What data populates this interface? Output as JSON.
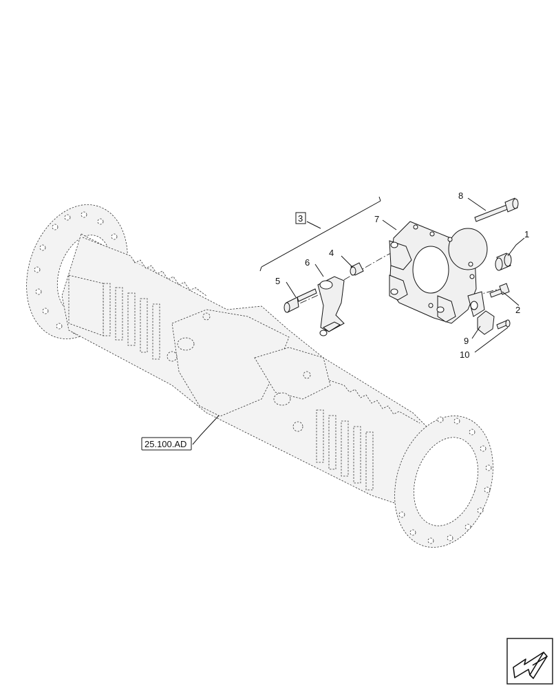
{
  "diagram": {
    "callouts": [
      {
        "id": "c1",
        "text": "1"
      },
      {
        "id": "c2",
        "text": "2"
      },
      {
        "id": "c3",
        "text": "3"
      },
      {
        "id": "c4",
        "text": "4"
      },
      {
        "id": "c5",
        "text": "5"
      },
      {
        "id": "c6",
        "text": "6"
      },
      {
        "id": "c7",
        "text": "7"
      },
      {
        "id": "c8",
        "text": "8"
      },
      {
        "id": "c9",
        "text": "9"
      },
      {
        "id": "c10",
        "text": "10"
      }
    ],
    "reference": "25.100.AD",
    "nav_icon": "arrow-left-icon"
  }
}
